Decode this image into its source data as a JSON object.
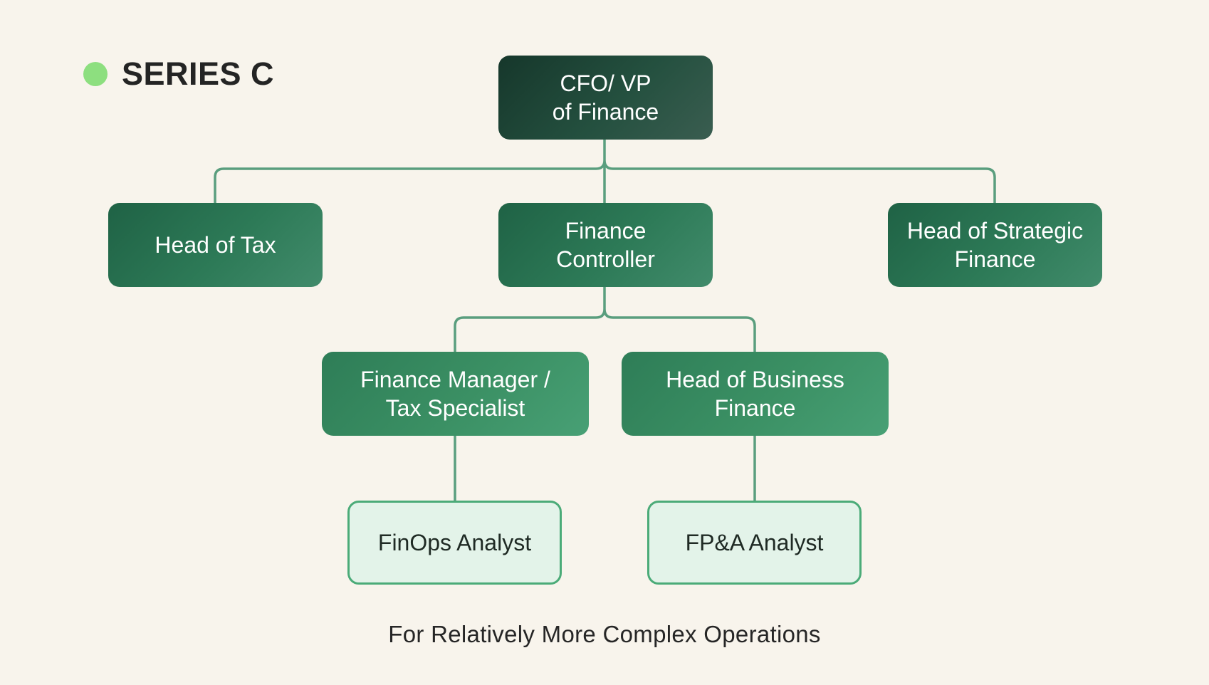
{
  "badge": {
    "label": "SERIES C",
    "color": "#8ddf7f"
  },
  "nodes": {
    "cfo": "CFO/ VP\nof Finance",
    "head_of_tax": "Head of Tax",
    "finance_controller": "Finance\nController",
    "head_of_strategic_finance": "Head of Strategic\nFinance",
    "finance_manager": "Finance Manager /\nTax Specialist",
    "head_of_business_finance": "Head of Business\nFinance",
    "finops_analyst": "FinOps Analyst",
    "fpa_analyst": "FP&A Analyst"
  },
  "caption": "For Relatively More Complex Operations",
  "colors": {
    "background": "#f8f4ec",
    "connector": "#5a9e7e",
    "leaf_border": "#4bab78",
    "leaf_fill": "#e3f3e9"
  }
}
